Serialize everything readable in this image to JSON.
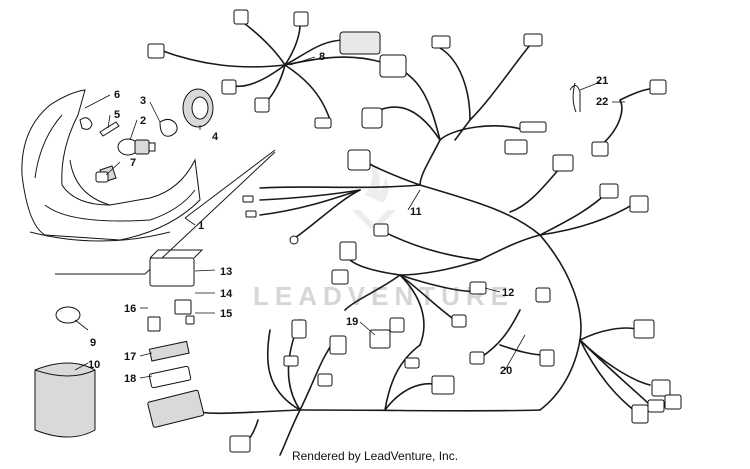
{
  "watermark": {
    "text": "LEADVENTURE"
  },
  "footer": {
    "text": "Rendered by LeadVenture, Inc."
  },
  "callouts": {
    "c1": "1",
    "c2": "2",
    "c3": "3",
    "c4": "4",
    "c5": "5",
    "c6": "6",
    "c7": "7",
    "c8": "8",
    "c9": "9",
    "c10": "10",
    "c11": "11",
    "c12": "12",
    "c13": "13",
    "c14": "14",
    "c15": "15",
    "c16": "16",
    "c17": "17",
    "c18": "18",
    "c19": "19",
    "c20": "20",
    "c21": "21",
    "c22": "22"
  }
}
